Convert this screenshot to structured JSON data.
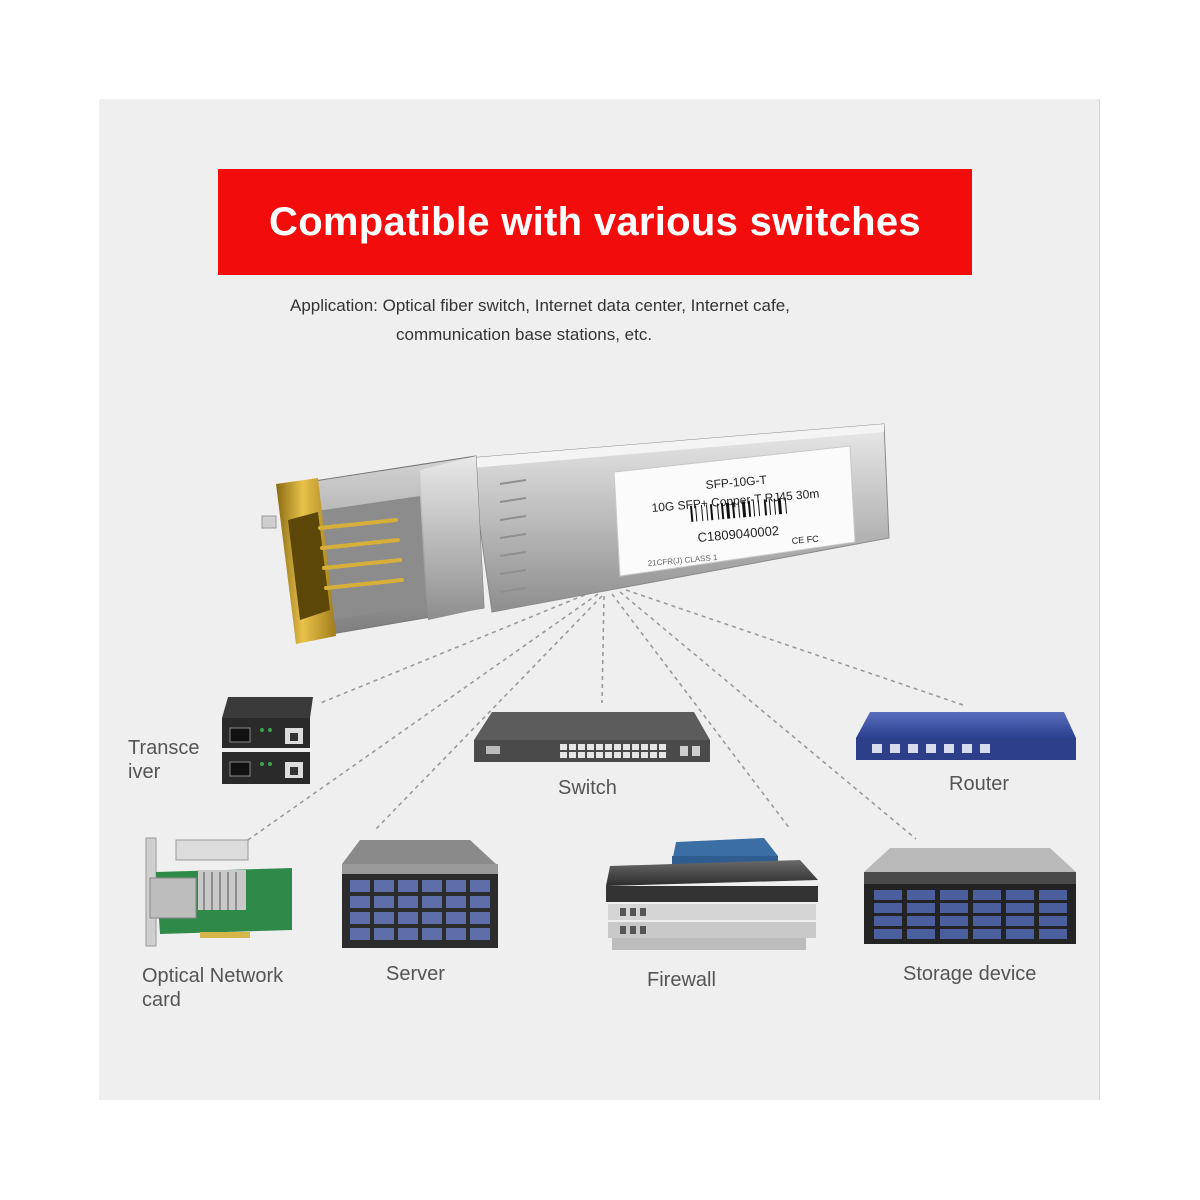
{
  "banner": {
    "title": "Compatible with various switches",
    "color": "#f20c0c"
  },
  "application": {
    "line1": "Application: Optical fiber switch, Internet data center, Internet cafe,",
    "line2": "communication base stations, etc."
  },
  "module": {
    "label_model": "SFP-10G-T",
    "label_desc": "10G SFP+ Copper-T RJ45 30m",
    "label_serial": "C1809040002",
    "label_marks": "CE  FC",
    "label_class": "21CFR(J) CLASS 1",
    "icon": "sfp-module-icon"
  },
  "devices": [
    {
      "line1": "Transce",
      "line2": "iver",
      "icon": "transceiver-icon"
    },
    {
      "line1": "Switch",
      "icon": "switch-icon"
    },
    {
      "line1": "Router",
      "icon": "router-icon"
    },
    {
      "line1": "Optical Network",
      "line2": "card",
      "icon": "network-card-icon"
    },
    {
      "line1": "Server",
      "icon": "server-icon"
    },
    {
      "line1": "Firewall",
      "icon": "firewall-icon"
    },
    {
      "line1": "Storage device",
      "icon": "storage-icon"
    }
  ]
}
